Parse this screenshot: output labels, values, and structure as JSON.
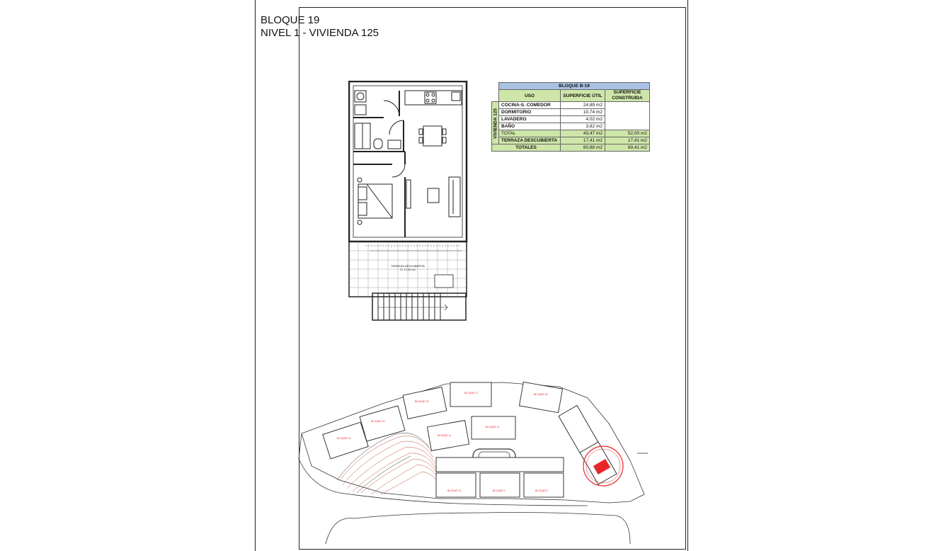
{
  "title": {
    "line1": "BLOQUE 19",
    "line2": "NIVEL 1 - VIVIENDA 125"
  },
  "table": {
    "block_header": "BLOQUE B-19",
    "col_uso": "USO",
    "col_util": "SUPERFICIE ÚTIL",
    "col_construida": "SUPERFICIE CONSTRUIDA",
    "side_label": "VIVIENDA 125",
    "rows": [
      {
        "uso": "COCINA-S. COMEDOR",
        "util": "24,89 m2",
        "construida": ""
      },
      {
        "uso": "DORMITORIO",
        "util": "10,74 m2",
        "construida": ""
      },
      {
        "uso": "LAVADERO",
        "util": "4,02 m2",
        "construida": ""
      },
      {
        "uso": "BAÑO",
        "util": "3,82 m2",
        "construida": ""
      },
      {
        "uso": "TOTAL",
        "util": "43,47 m2",
        "construida": "52,00 m2"
      },
      {
        "uso": "TERRAZA DESCUBIERTA",
        "util": "17,41 m2",
        "construida": "17,41 m2"
      }
    ],
    "totals_label": "TOTALES",
    "totals_util": "60,88 m2",
    "totals_construida": "69,41 m2"
  },
  "floorplan": {
    "terrace_label": "TERRAZA DESCUBIERTA",
    "terrace_area": "S: 17,41 m2"
  },
  "siteplan": {
    "highlight_color": "#e8262a",
    "block_label_color": "#e8262a"
  }
}
